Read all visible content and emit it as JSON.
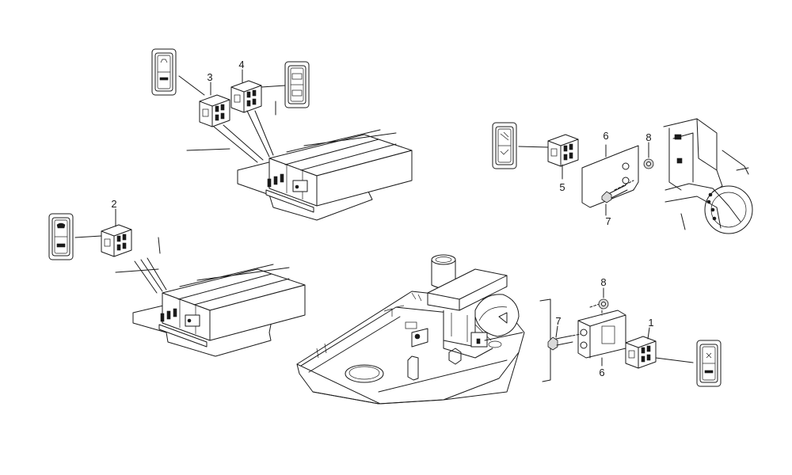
{
  "callouts": [
    {
      "id": "c1",
      "text": "1"
    },
    {
      "id": "c2",
      "text": "2"
    },
    {
      "id": "c3",
      "text": "3"
    },
    {
      "id": "c4",
      "text": "4"
    },
    {
      "id": "c5",
      "text": "5"
    },
    {
      "id": "c6a",
      "text": "6"
    },
    {
      "id": "c6b",
      "text": "6"
    },
    {
      "id": "c7a",
      "text": "7"
    },
    {
      "id": "c7b",
      "text": "7"
    },
    {
      "id": "c8a",
      "text": "8"
    },
    {
      "id": "c8b",
      "text": "8"
    }
  ]
}
